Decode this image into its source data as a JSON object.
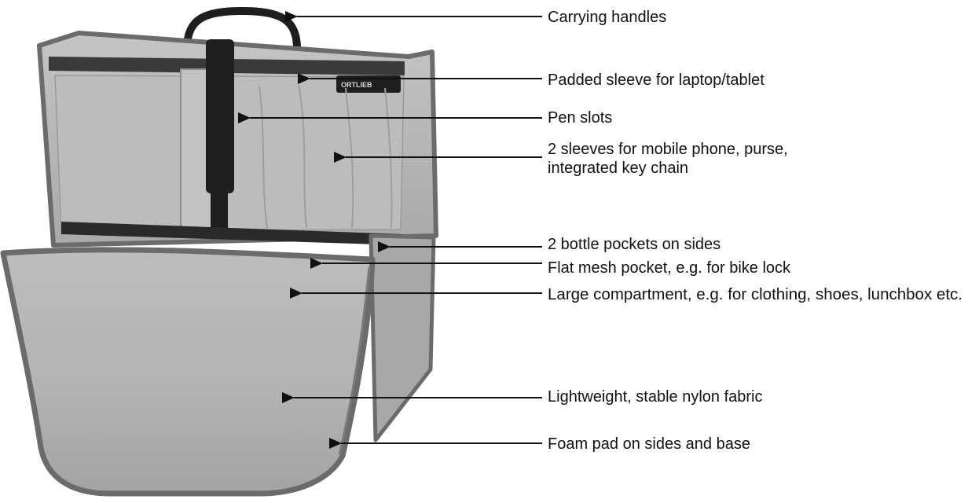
{
  "labels": {
    "carrying_handles": "Carrying handles",
    "padded_sleeve": "Padded sleeve for laptop/tablet",
    "pen_slots": "Pen slots",
    "phone_sleeves_line1": "2 sleeves for mobile phone, purse,",
    "phone_sleeves_line2": "integrated key chain",
    "bottle_pockets": "2 bottle pockets on sides",
    "mesh_pocket": "Flat mesh pocket, e.g. for bike lock",
    "large_compartment": "Large compartment, e.g. for clothing, shoes, lunchbox etc.",
    "nylon_fabric": "Lightweight, stable nylon fabric",
    "foam_pad": "Foam pad on sides and base"
  },
  "product_brand": "ORTLIEB",
  "colors": {
    "fabric": "#b4b4b4",
    "fabric_dark": "#8c8c8c",
    "binding": "#6b6b6b",
    "strap": "#1e1e1e",
    "leader_line": "#111111"
  }
}
